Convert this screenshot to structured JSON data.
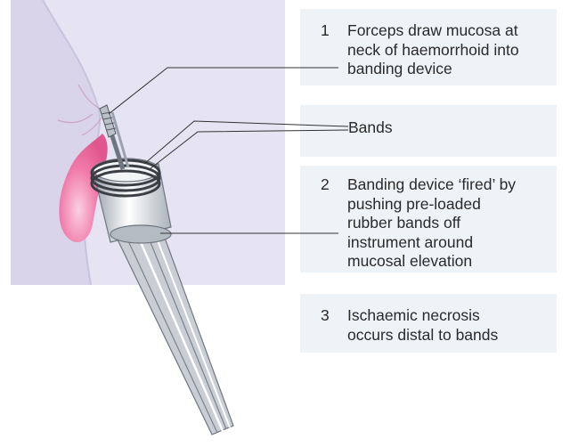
{
  "steps": [
    {
      "number": "1",
      "text": "Forceps draw mucosa at\nneck of haemorrhoid into\nbanding device"
    },
    {
      "number": "2",
      "text": "Banding device ‘fired’ by\npushing pre-loaded\nrubber bands off\ninstrument around\nmucosal elevation"
    },
    {
      "number": "3",
      "text": "Ischaemic necrosis\noccurs distal to bands"
    }
  ],
  "labels": {
    "bands": "Bands"
  },
  "colors": {
    "tissue": "#e6e3f2",
    "haemorrhoid": "#f07aa8",
    "panel": "#eef3f7",
    "leader": "#333333"
  }
}
